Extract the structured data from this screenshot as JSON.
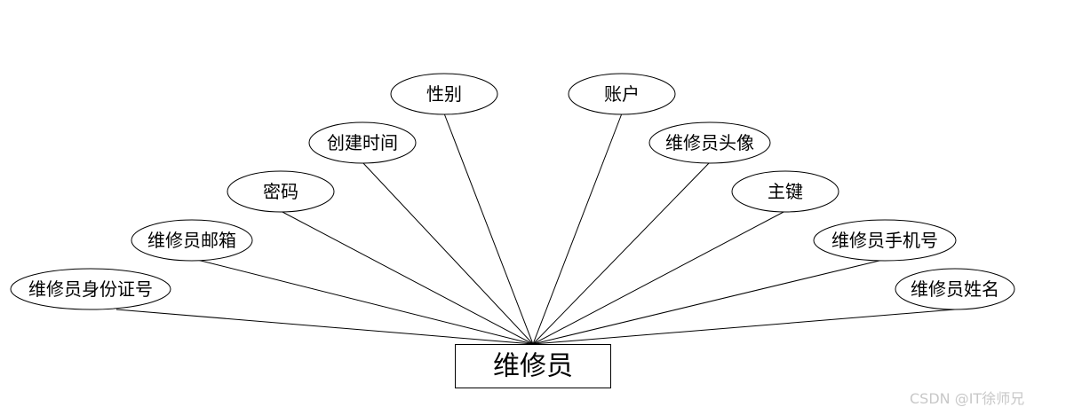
{
  "entity": {
    "name": "维修员"
  },
  "attributes": [
    {
      "id": "id-card",
      "label": "维修员身份证号"
    },
    {
      "id": "email",
      "label": "维修员邮箱"
    },
    {
      "id": "password",
      "label": "密码"
    },
    {
      "id": "created-time",
      "label": "创建时间"
    },
    {
      "id": "gender",
      "label": "性别"
    },
    {
      "id": "account",
      "label": "账户"
    },
    {
      "id": "avatar",
      "label": "维修员头像"
    },
    {
      "id": "primary-key",
      "label": "主键"
    },
    {
      "id": "phone",
      "label": "维修员手机号"
    },
    {
      "id": "full-name",
      "label": "维修员姓名"
    }
  ],
  "watermark": "CSDN @IT徐师兄",
  "colors": {
    "line": "#000000",
    "background": "#ffffff",
    "watermark": "#c8c8c8"
  }
}
